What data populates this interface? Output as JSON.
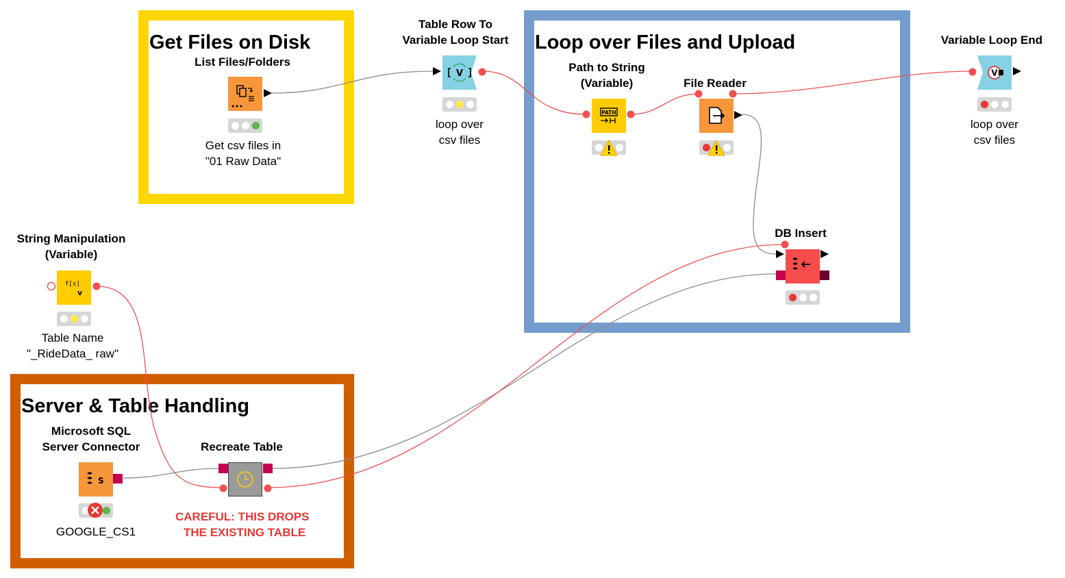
{
  "annotations": {
    "get_files": {
      "title": "Get Files on Disk",
      "color": "#FFD600"
    },
    "loop_upload": {
      "title": "Loop over Files and Upload",
      "color": "#749DCD"
    },
    "server": {
      "title": "Server & Table Handling",
      "color": "#D15E00"
    }
  },
  "colors": {
    "wire_data": "#8c8c8c",
    "wire_variable": "#f05050",
    "source_node": "#F7963B",
    "manipulator_node": "#FFCC00",
    "loop_node": "#86D1E3",
    "db_node": "#F64C4C",
    "component_node": "#9a9a9a",
    "db_port": "#C4004F",
    "variable_port": "#f05050",
    "status_green": "#58b848",
    "status_yellow": "#ffe94a",
    "status_red": "#e53935"
  },
  "nodes": {
    "list_files": {
      "title": "List Files/Folders",
      "label_lines": [
        "Get csv files in",
        "\"01 Raw Data\""
      ],
      "icon": "file-list-icon",
      "status": "executed"
    },
    "table_row_to_var": {
      "title_lines": [
        "Table Row To",
        "Variable Loop Start"
      ],
      "label_lines": [
        "loop over",
        "csv files"
      ],
      "icon": "loop-start-variable-icon",
      "status": "configured"
    },
    "path_to_string": {
      "title_lines": [
        "Path to String",
        "(Variable)"
      ],
      "icon": "path-to-string-icon",
      "status": "warning"
    },
    "file_reader": {
      "title": "File Reader",
      "icon": "file-reader-icon",
      "status": "warning"
    },
    "variable_loop_end": {
      "title": "Variable Loop End",
      "label_lines": [
        "loop over",
        "csv files"
      ],
      "icon": "loop-end-variable-icon",
      "status": "idle"
    },
    "db_insert": {
      "title": "DB Insert",
      "icon": "db-insert-icon",
      "status": "idle"
    },
    "string_manipulation": {
      "title_lines": [
        "String Manipulation",
        "(Variable)"
      ],
      "label_lines": [
        "Table Name",
        "\"_RideData_ raw\""
      ],
      "icon": "string-manipulation-icon",
      "status": "configured"
    },
    "mssql_connector": {
      "title_lines": [
        "Microsoft SQL",
        "Server Connector"
      ],
      "label": "GOOGLE_CS1",
      "icon": "database-connector-icon",
      "status": "error"
    },
    "recreate_table": {
      "title": "Recreate Table",
      "label_lines": [
        "CAREFUL: THIS DROPS",
        "THE EXISTING TABLE"
      ],
      "icon": "metanode-clock-icon",
      "status": "none"
    }
  }
}
